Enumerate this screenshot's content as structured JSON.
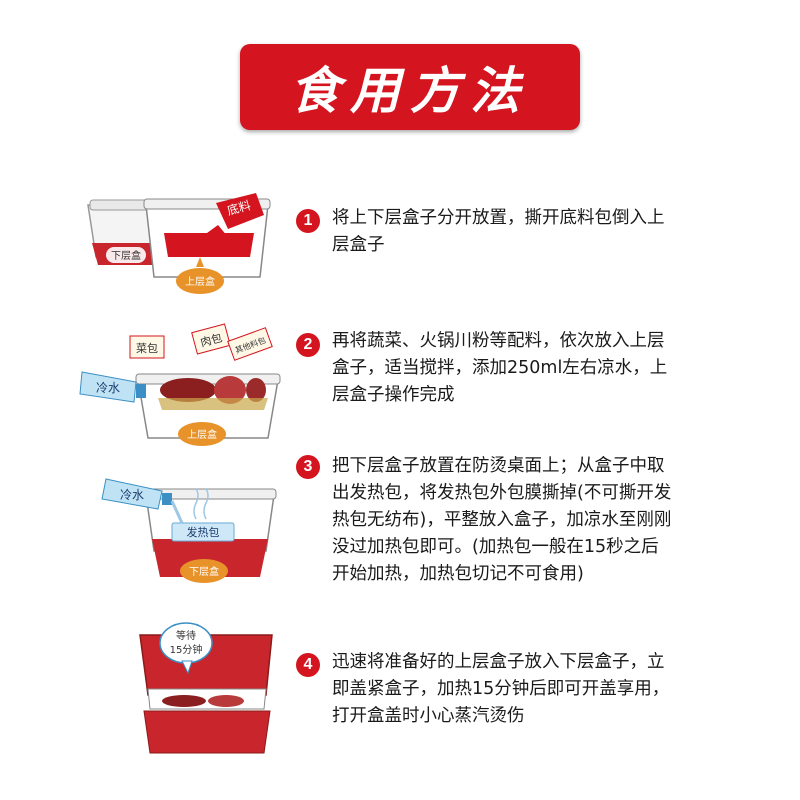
{
  "title": "食用方法",
  "steps": [
    {
      "number": "1",
      "text": "将上下层盒子分开放置，撕开底料包倒入上层盒子",
      "labels": {
        "seasoning": "底料",
        "lower_box": "下层盒",
        "upper_box": "上层盒"
      }
    },
    {
      "number": "2",
      "text": "再将蔬菜、火锅川粉等配料，依次放入上层盒子，适当搅拌，添加250ml左右凉水，上层盒子操作完成",
      "labels": {
        "veg_pack": "菜包",
        "meat_pack": "肉包",
        "other_pack": "其他料包",
        "cold_water": "冷水",
        "upper_box": "上层盒"
      }
    },
    {
      "number": "3",
      "text": "把下层盒子放置在防烫桌面上；从盒子中取出发热包，将发热包外包膜撕掉(不可撕开发热包无纺布)，平整放入盒子，加凉水至刚刚没过加热包即可。(加热包一般在15秒之后开始加热，加热包切记不可食用)",
      "labels": {
        "cold_water": "冷水",
        "heat_pack": "发热包",
        "lower_box": "下层盒"
      }
    },
    {
      "number": "4",
      "text": "迅速将准备好的上层盒子放入下层盒子，立即盖紧盒子，加热15分钟后即可开盖享用，打开盒盖时小心蒸汽烫伤",
      "labels": {
        "wait_line1": "等待",
        "wait_line2": "15分钟"
      }
    }
  ],
  "colors": {
    "brand_red": "#d4141e",
    "label_orange": "#e8922a",
    "bottle_blue": "#bfe3f5"
  }
}
